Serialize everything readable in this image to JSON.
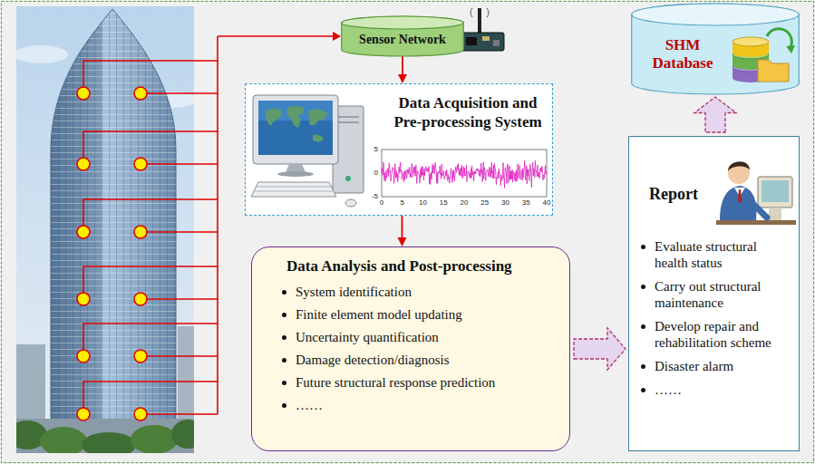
{
  "diagram": {
    "nodes": [
      {
        "text": [
          "Sensor Network"
        ]
      },
      {
        "text": [
          "Data Acquisition and Pre-processing System"
        ]
      },
      {
        "text": [
          "Data Analysis and Post-processing",
          "System identification",
          "Finite element model updating",
          "Uncertainty quantification",
          "Damage detection/diagnosis",
          "Future structural response prediction",
          "……"
        ]
      },
      {
        "text": [
          "Report",
          "Evaluate structural health status",
          "Carry out structural maintenance",
          "Develop repair and rehabilitation scheme",
          "Disaster alarm",
          "……"
        ]
      },
      {
        "text": [
          "SHM Database"
        ]
      }
    ],
    "edges": [
      {
        "from": 0,
        "to": 1,
        "arrow": "to"
      },
      {
        "from": 1,
        "to": 2,
        "arrow": "to"
      },
      {
        "from": 2,
        "to": 3,
        "arrow": "to"
      },
      {
        "from": 3,
        "to": 4,
        "arrow": "to"
      }
    ],
    "labels": [
      "5",
      "0",
      "-5",
      "0",
      "5",
      "10",
      "15",
      "20",
      "25",
      "30",
      "35",
      "40"
    ]
  }
}
